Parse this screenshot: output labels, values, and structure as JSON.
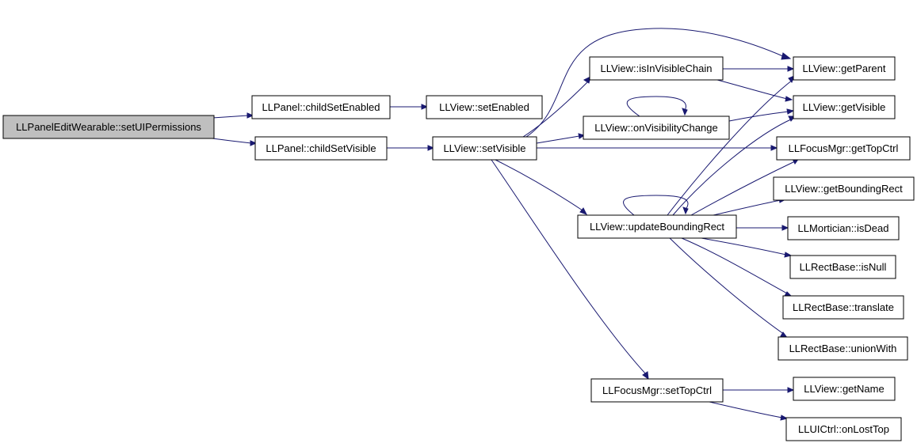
{
  "diagram": {
    "type": "call-graph",
    "colors": {
      "edge": "#191970",
      "root_fill": "#bfbfbf",
      "node_fill": "#ffffff",
      "node_border": "#000000"
    },
    "nodes": [
      {
        "id": "root",
        "label": "LLPanelEditWearable::setUIPermissions"
      },
      {
        "id": "childSetEnabled",
        "label": "LLPanel::childSetEnabled"
      },
      {
        "id": "childSetVisible",
        "label": "LLPanel::childSetVisible"
      },
      {
        "id": "setEnabled",
        "label": "LLView::setEnabled"
      },
      {
        "id": "setVisible",
        "label": "LLView::setVisible"
      },
      {
        "id": "isInVisibleChain",
        "label": "LLView::isInVisibleChain"
      },
      {
        "id": "onVisibilityChange",
        "label": "LLView::onVisibilityChange"
      },
      {
        "id": "updateBoundingRect",
        "label": "LLView::updateBoundingRect"
      },
      {
        "id": "setTopCtrl",
        "label": "LLFocusMgr::setTopCtrl"
      },
      {
        "id": "getParent",
        "label": "LLView::getParent"
      },
      {
        "id": "getVisible",
        "label": "LLView::getVisible"
      },
      {
        "id": "getTopCtrl",
        "label": "LLFocusMgr::getTopCtrl"
      },
      {
        "id": "getBoundingRect",
        "label": "LLView::getBoundingRect"
      },
      {
        "id": "isDead",
        "label": "LLMortician::isDead"
      },
      {
        "id": "isNull",
        "label": "LLRectBase::isNull"
      },
      {
        "id": "translate",
        "label": "LLRectBase::translate"
      },
      {
        "id": "unionWith",
        "label": "LLRectBase::unionWith"
      },
      {
        "id": "getName",
        "label": "LLView::getName"
      },
      {
        "id": "onLostTop",
        "label": "LLUICtrl::onLostTop"
      }
    ],
    "edges": [
      {
        "from": "root",
        "to": "childSetEnabled"
      },
      {
        "from": "root",
        "to": "childSetVisible"
      },
      {
        "from": "childSetEnabled",
        "to": "setEnabled"
      },
      {
        "from": "childSetVisible",
        "to": "setVisible"
      },
      {
        "from": "setVisible",
        "to": "isInVisibleChain"
      },
      {
        "from": "setVisible",
        "to": "getParent"
      },
      {
        "from": "setVisible",
        "to": "onVisibilityChange"
      },
      {
        "from": "setVisible",
        "to": "getTopCtrl"
      },
      {
        "from": "setVisible",
        "to": "updateBoundingRect"
      },
      {
        "from": "setVisible",
        "to": "setTopCtrl"
      },
      {
        "from": "isInVisibleChain",
        "to": "getParent"
      },
      {
        "from": "isInVisibleChain",
        "to": "getVisible"
      },
      {
        "from": "onVisibilityChange",
        "to": "onVisibilityChange"
      },
      {
        "from": "onVisibilityChange",
        "to": "getVisible"
      },
      {
        "from": "updateBoundingRect",
        "to": "updateBoundingRect"
      },
      {
        "from": "updateBoundingRect",
        "to": "getParent"
      },
      {
        "from": "updateBoundingRect",
        "to": "getVisible"
      },
      {
        "from": "updateBoundingRect",
        "to": "getTopCtrl"
      },
      {
        "from": "updateBoundingRect",
        "to": "getBoundingRect"
      },
      {
        "from": "updateBoundingRect",
        "to": "isDead"
      },
      {
        "from": "updateBoundingRect",
        "to": "isNull"
      },
      {
        "from": "updateBoundingRect",
        "to": "translate"
      },
      {
        "from": "updateBoundingRect",
        "to": "unionWith"
      },
      {
        "from": "setTopCtrl",
        "to": "getName"
      },
      {
        "from": "setTopCtrl",
        "to": "onLostTop"
      }
    ]
  }
}
